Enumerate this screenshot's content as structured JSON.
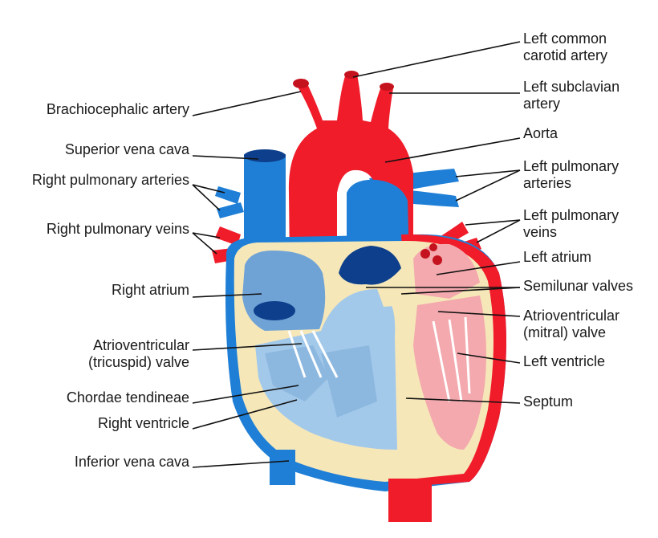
{
  "colors": {
    "artery_red": "#f01c2a",
    "vein_blue": "#1f7fd6",
    "dark_blue": "#0d3f8c",
    "wall_cream": "#f6e7b9",
    "chamber_blue": "#a3c9ea",
    "chamber_red": "#f3a9ad"
  },
  "labels": {
    "left_common_carotid_artery": "Left common\ncarotid artery",
    "brachiocephalic_artery": "Brachiocephalic artery",
    "left_subclavian_artery": "Left subclavian\nartery",
    "superior_vena_cava": "Superior vena cava",
    "aorta": "Aorta",
    "right_pulmonary_arteries": "Right pulmonary arteries",
    "left_pulmonary_arteries": "Left pulmonary\narteries",
    "right_pulmonary_veins": "Right pulmonary veins",
    "left_pulmonary_veins": "Left pulmonary\nveins",
    "left_atrium": "Left atrium",
    "right_atrium": "Right atrium",
    "semilunar_valves": "Semilunar valves",
    "mitral_valve": "Atrioventricular\n(mitral) valve",
    "tricuspid_valve": "Atrioventricular\n(tricuspid) valve",
    "left_ventricle": "Left ventricle",
    "chordae_tendineae": "Chordae tendineae",
    "septum": "Septum",
    "right_ventricle": "Right ventricle",
    "inferior_vena_cava": "Inferior vena cava"
  }
}
